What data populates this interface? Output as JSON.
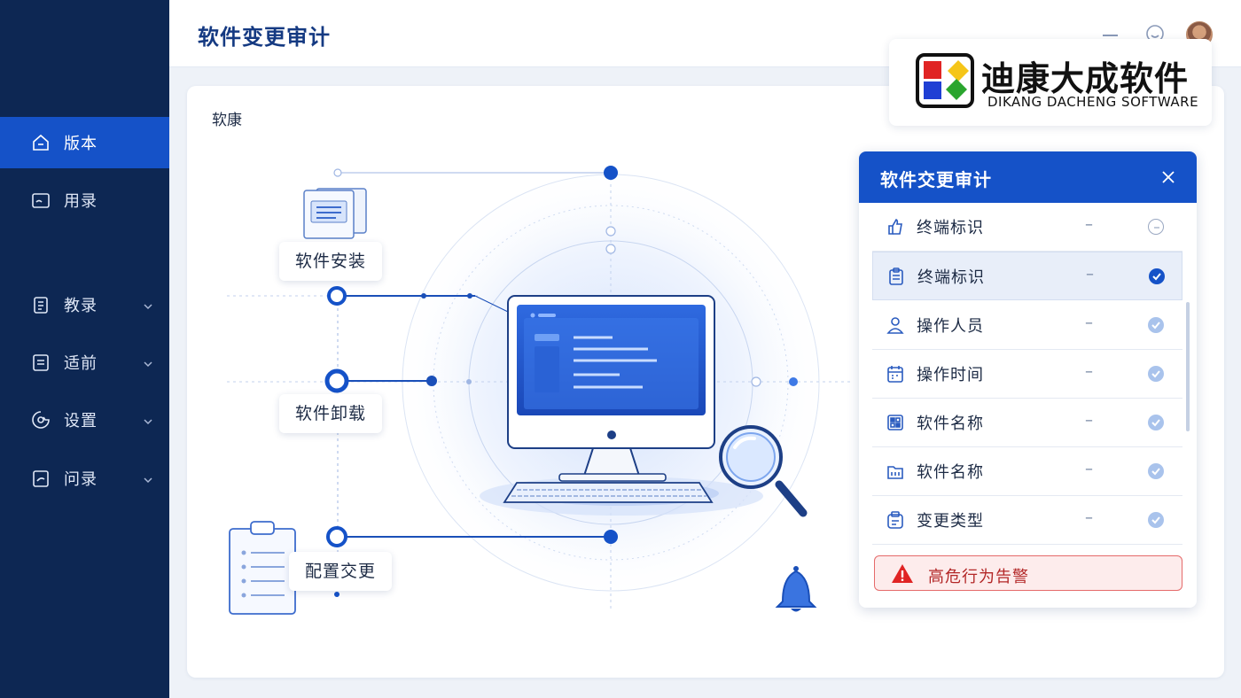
{
  "sidebar": {
    "items": [
      {
        "label": "版本",
        "icon": "home-icon",
        "active": true,
        "expandable": false
      },
      {
        "label": "用录",
        "icon": "folder-icon",
        "active": false,
        "expandable": false
      },
      {
        "label": "教录",
        "icon": "clipboard-icon",
        "active": false,
        "expandable": true
      },
      {
        "label": "适前",
        "icon": "document-icon",
        "active": false,
        "expandable": true
      },
      {
        "label": "设置",
        "icon": "gear-icon",
        "active": false,
        "expandable": true
      },
      {
        "label": "问录",
        "icon": "folder-icon",
        "active": false,
        "expandable": true
      }
    ]
  },
  "header": {
    "title": "软件变更审计"
  },
  "main": {
    "label": "软康",
    "flow": {
      "install": "软件安装",
      "uninstall": "软件卸载",
      "config": "配置交更"
    }
  },
  "logo": {
    "name": "迪康大成软件",
    "subtitle": "DIKANG DACHENG SOFTWARE"
  },
  "panel": {
    "title": "软件交更审计",
    "rows": [
      {
        "label": "终端标识",
        "value": "–",
        "icon": "upload-icon",
        "checked": false,
        "selected": false
      },
      {
        "label": "终端标识",
        "value": "–",
        "icon": "clipboard-icon",
        "checked": true,
        "selected": true
      },
      {
        "label": "操作人员",
        "value": "–",
        "icon": "user-icon",
        "checked": true,
        "selected": false
      },
      {
        "label": "操作时间",
        "value": "–",
        "icon": "calendar-icon",
        "checked": true,
        "selected": false
      },
      {
        "label": "软件名称",
        "value": "–",
        "icon": "grid-icon",
        "checked": true,
        "selected": false
      },
      {
        "label": "软件名称",
        "value": "–",
        "icon": "folder-icon",
        "checked": true,
        "selected": false
      },
      {
        "label": "变更类型",
        "value": "–",
        "icon": "box-icon",
        "checked": true,
        "selected": false
      }
    ],
    "alert": "高危行为告警"
  },
  "colors": {
    "sidebar": "#0d2753",
    "accent": "#1552c8",
    "alert": "#e02424"
  }
}
